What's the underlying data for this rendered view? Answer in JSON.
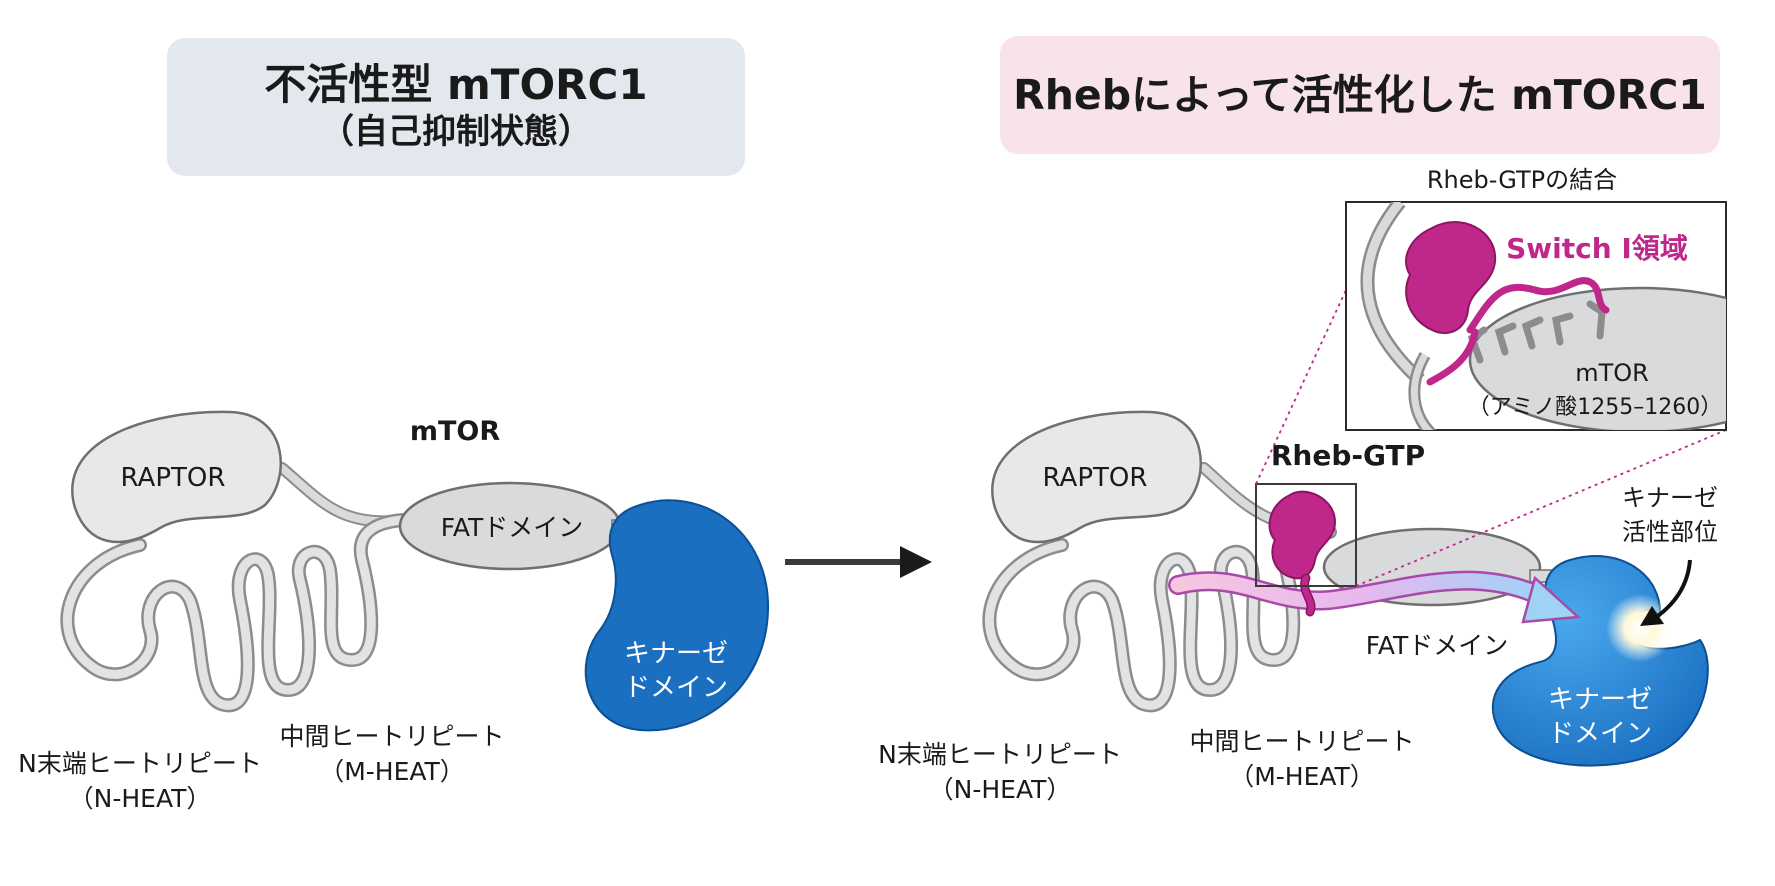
{
  "left_panel": {
    "title_line1": "不活性型 mTORC1",
    "title_line2": "（自己抑制状態）",
    "raptor_label": "RAPTOR",
    "mtor_label": "mTOR",
    "fat_label": "FATドメイン",
    "kinase_line1": "キナーゼ",
    "kinase_line2": "ドメイン",
    "nheat_line1": "N末端ヒートリピート",
    "nheat_line2": "（N-HEAT）",
    "mheat_line1": "中間ヒートリピート",
    "mheat_line2": "（M-HEAT）"
  },
  "right_panel": {
    "title": "Rhebによって活性化した mTORC1",
    "raptor_label": "RAPTOR",
    "rheb_gtp_label": "Rheb-GTP",
    "fat_label": "FATドメイン",
    "kinase_line1": "キナーゼ",
    "kinase_line2": "ドメイン",
    "active_site_line1": "キナーゼ",
    "active_site_line2": "活性部位",
    "nheat_line1": "N末端ヒートリピート",
    "nheat_line2": "（N-HEAT）",
    "mheat_line1": "中間ヒートリピート",
    "mheat_line2": "（M-HEAT）",
    "inset": {
      "caption": "Rheb-GTPの結合",
      "switch_label": "Switch I領域",
      "mtor_label": "mTOR",
      "residues_label": "（アミノ酸1255–1260）"
    }
  },
  "colors": {
    "kinase_blue": "#1a6fc0",
    "rheb_magenta": "#c0278a",
    "domain_grey": "#d9dadb",
    "raptor_fill": "#e6e8ea",
    "left_title_bg": "#e3e8ee",
    "right_title_bg": "#f8e3e8"
  }
}
